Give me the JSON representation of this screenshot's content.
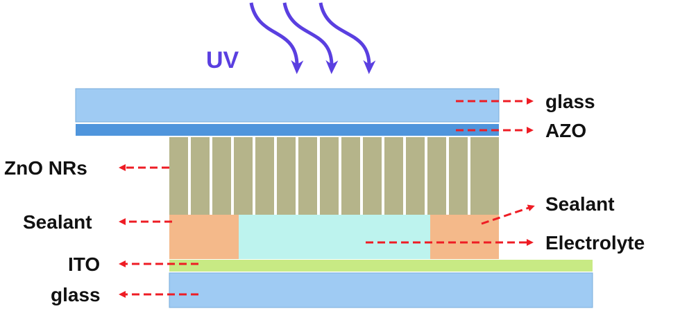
{
  "labels": {
    "uv": "UV",
    "glass_top": "glass",
    "azo": "AZO",
    "zno_nrs": "ZnO NRs",
    "sealant_left": "Sealant",
    "sealant_right": "Sealant",
    "electrolyte": "Electrolyte",
    "ito": "ITO",
    "glass_bottom": "glass"
  },
  "colors": {
    "glass": "#9fcbf3",
    "azo": "#4f95dc",
    "nanorods": "#b5b48a",
    "sealant": "#f4b98a",
    "electrolyte": "#bdf3ee",
    "ito": "#c8ea84",
    "arrow": "#ee1c24",
    "uv": "#5a3fe0"
  }
}
